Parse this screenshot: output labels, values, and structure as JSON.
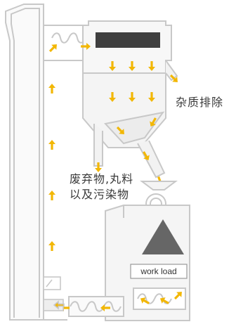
{
  "labels": {
    "impurity_discharge": "杂质排除",
    "waste_line1": "废弃物,丸料",
    "waste_line2": "以及污染物",
    "workload": "work load"
  },
  "colors": {
    "arrow": "#f2b705",
    "outline": "#c8c8c8",
    "shade": "#efefef",
    "dark": "#3f3f3f",
    "triangle": "#666666"
  },
  "icons": [
    "upward-flow-arrow-icon",
    "downward-flow-arrow-icon",
    "screw-conveyor-icon",
    "rotary-valve-icon",
    "feed-hopper-icon",
    "abrasive-triangle-icon"
  ]
}
